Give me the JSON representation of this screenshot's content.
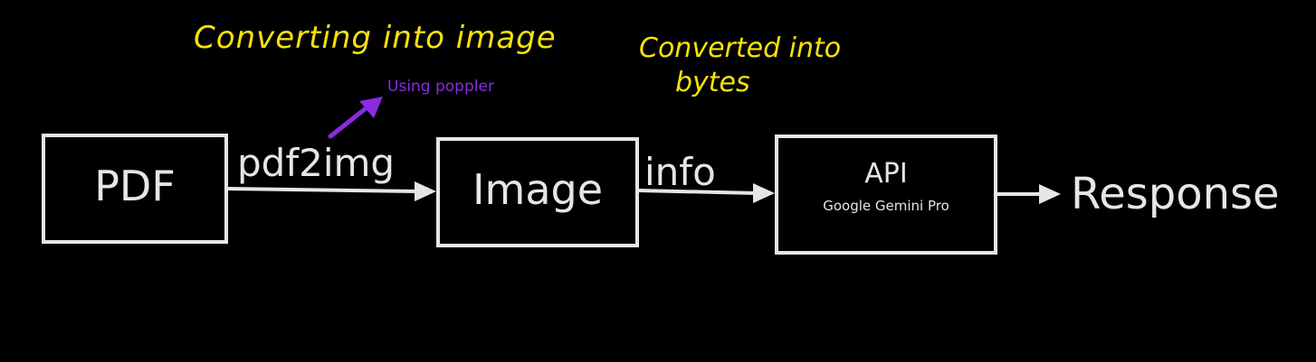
{
  "diagram": {
    "nodes": {
      "pdf": {
        "label": "PDF"
      },
      "image": {
        "label": "Image"
      },
      "api": {
        "label": "API",
        "sublabel": "Google Gemini Pro"
      },
      "response": {
        "label": "Response"
      }
    },
    "edges": {
      "pdf_to_image": {
        "label": "pdf2img"
      },
      "image_to_api": {
        "label": "info"
      },
      "api_to_response": {
        "label": ""
      }
    },
    "annotations": {
      "converting": {
        "text": "Converting into image"
      },
      "converted_line1": "Converted into",
      "converted_line2": "bytes",
      "poppler": {
        "text": "Using poppler"
      }
    }
  },
  "colors": {
    "background": "#000000",
    "stroke": "#e6e6e6",
    "handwriting": "#f5e20a",
    "accent_purple": "#8a2be2"
  }
}
